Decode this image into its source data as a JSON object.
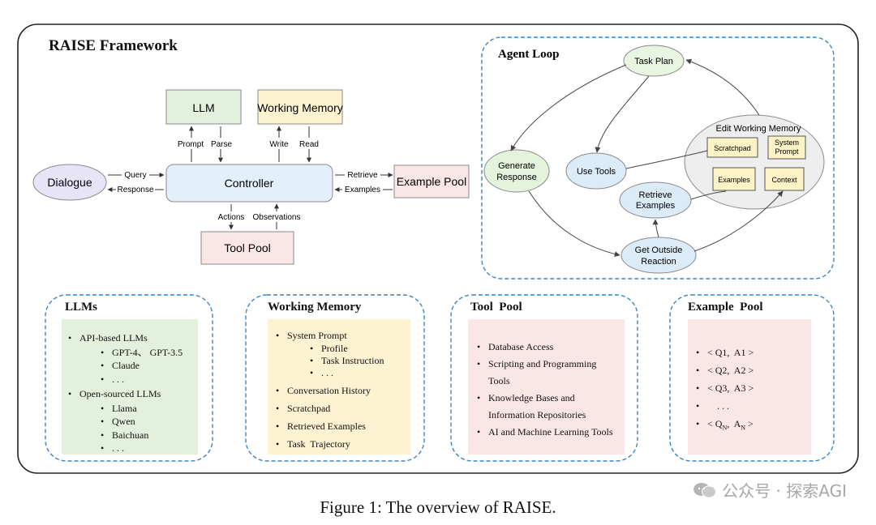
{
  "frame_title": "RAISE Framework",
  "architecture": {
    "llm": "LLM",
    "working_memory": "Working Memory",
    "controller": "Controller",
    "dialogue": "Dialogue",
    "example_pool": "Example Pool",
    "tool_pool": "Tool Pool",
    "edges": {
      "prompt": "Prompt",
      "parse": "Parse",
      "write": "Write",
      "read": "Read",
      "query": "Query",
      "response": "Response",
      "retrieve": "Retrieve",
      "examples": "Examples",
      "actions": "Actions",
      "observations": "Observations"
    }
  },
  "agent_loop": {
    "title": "Agent Loop",
    "task_plan": "Task Plan",
    "generate_response_1": "Generate",
    "generate_response_2": "Response",
    "use_tools": "Use Tools",
    "retrieve_examples_1": "Retrieve",
    "retrieve_examples_2": "Examples",
    "get_outside_reaction_1": "Get Outside",
    "get_outside_reaction_2": "Reaction",
    "edit_working_memory": "Edit Working Memory",
    "scratchpad": "Scratchpad",
    "system_prompt_1": "System",
    "system_prompt_2": "Prompt",
    "examples": "Examples",
    "context": "Context"
  },
  "llms_panel": {
    "title": "LLMs",
    "api_based": "API-based LLMs",
    "api_items": [
      "GPT-4、 GPT-3.5",
      "Claude",
      ". . ."
    ],
    "open_sourced": "Open-sourced LLMs",
    "open_items": [
      "Llama",
      "Qwen",
      "Baichuan",
      ". . ."
    ]
  },
  "memory_panel": {
    "title": "Working Memory",
    "system_prompt": "System Prompt",
    "system_items": [
      "Profile",
      "Task Instruction",
      ". . ."
    ],
    "items": [
      "Conversation History",
      "Scratchpad",
      "Retrieved Examples",
      "Task  Trajectory"
    ]
  },
  "tool_panel": {
    "title": "Tool  Pool",
    "item1": "Database Access",
    "item2a": "Scripting and Programming",
    "item2b": "Tools",
    "item3a": "Knowledge Bases and",
    "item3b": "Information Repositories",
    "item4": "AI and Machine Learning Tools"
  },
  "example_panel": {
    "title": "Example  Pool",
    "items": [
      "< Q1,  A1 >",
      "< Q2,  A2 >",
      "< Q3,  A3 >"
    ],
    "ellipsis": ". . .",
    "last_q": "Q",
    "last_a": "A",
    "last_sub": "N"
  },
  "caption": "Figure 1: The overview of RAISE.",
  "watermark": "公众号 · 探索AGI",
  "colors": {
    "llm_fill": "#e3f1dc",
    "memory_fill": "#fdf2d2",
    "tool_fill": "#fbe6e6",
    "controller_fill": "#e3f0fb",
    "dialogue_fill": "#e7e4f7",
    "task_plan_fill": "#e8f5e1",
    "node_blue_fill": "#dcebf8",
    "edit_memory_fill": "#eeeeee",
    "sticky_fill": "#fdf3c6",
    "dashed_border": "#3a86c4"
  }
}
